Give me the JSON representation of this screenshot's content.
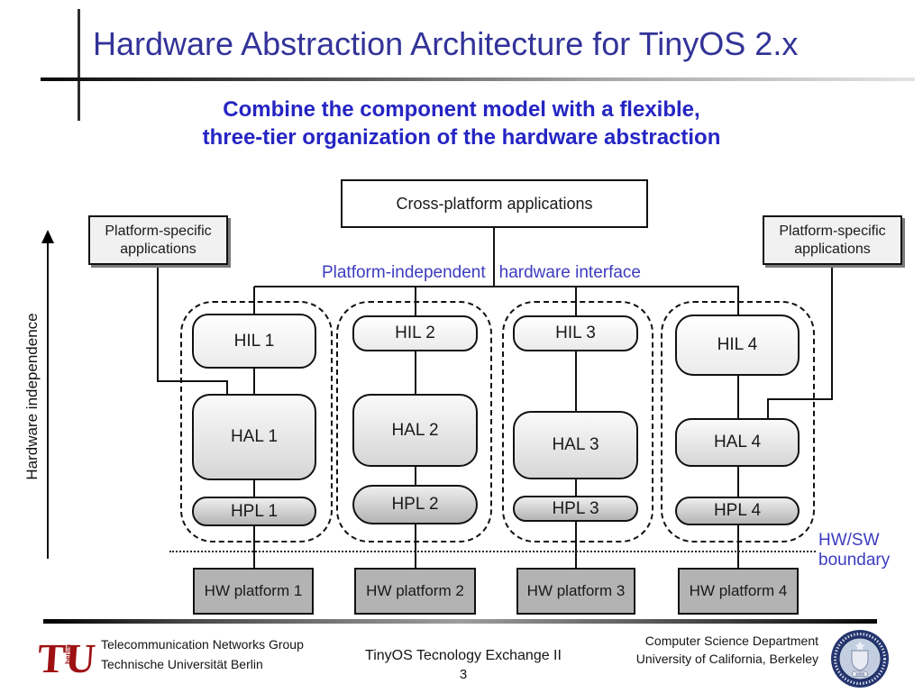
{
  "slide": {
    "title": "Hardware Abstraction Architecture for TinyOS 2.x",
    "subtitle": {
      "line1": "Combine the component model with a flexible,",
      "line2": "three-tier organization of the hardware abstraction"
    }
  },
  "diagram": {
    "cross_platform_box": "Cross-platform applications",
    "platform_specific": {
      "line1": "Platform-specific",
      "line2": "applications"
    },
    "interface_label": {
      "part1": "Platform-independent",
      "part2": "hardware interface"
    },
    "axis_label": "Hardware independence",
    "hw_sw_boundary": {
      "line1": "HW/SW",
      "line2": "boundary"
    },
    "groups": [
      {
        "hil": "HIL 1",
        "hal": "HAL 1",
        "hpl": "HPL 1",
        "platform": "HW platform 1"
      },
      {
        "hil": "HIL 2",
        "hal": "HAL 2",
        "hpl": "HPL 2",
        "platform": "HW platform 2"
      },
      {
        "hil": "HIL 3",
        "hal": "HAL 3",
        "hpl": "HPL 3",
        "platform": "HW platform 3"
      },
      {
        "hil": "HIL 4",
        "hal": "HAL 4",
        "hpl": "HPL 4",
        "platform": "HW platform 4"
      }
    ]
  },
  "footer": {
    "left": {
      "line1": "Telecommunication Networks Group",
      "line2": "Technische Universität Berlin"
    },
    "center": {
      "line1": "TinyOS Tecnology Exchange II",
      "page_number": "3"
    },
    "right": {
      "line1": "Computer Science Department",
      "line2": "University of California, Berkeley"
    },
    "logos": {
      "left": "tu-berlin-logo",
      "right": "uc-berkeley-seal"
    },
    "tu_logo": {
      "text": "TU",
      "sub": "berlin"
    },
    "seal_year": "1868"
  },
  "colors": {
    "title": "#333399",
    "subtitle": "#2525c4",
    "annotation_blue": "#3c3cc0",
    "box_border": "#111111",
    "hw_platform_fill": "#b3b3b3",
    "platform_specific_fill": "#f1f1f1",
    "tu_red": "#9e1113",
    "seal_navy": "#24356e"
  }
}
